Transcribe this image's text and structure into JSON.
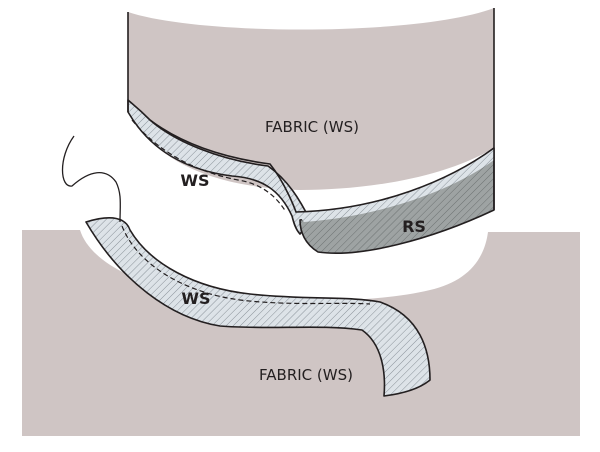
{
  "diagram": {
    "labels": {
      "upper_fabric": "FABRIC (WS)",
      "lower_fabric": "FABRIC (WS)",
      "upper_strip_ws": "WS",
      "upper_strip_rs": "RS",
      "lower_strip_ws": "WS"
    },
    "colors": {
      "fabric": "#cfc5c4",
      "strip": "#dde3e8",
      "strip_rs": "#9ea3a3",
      "outline": "#231f20",
      "hatch": "#8a9299"
    }
  }
}
